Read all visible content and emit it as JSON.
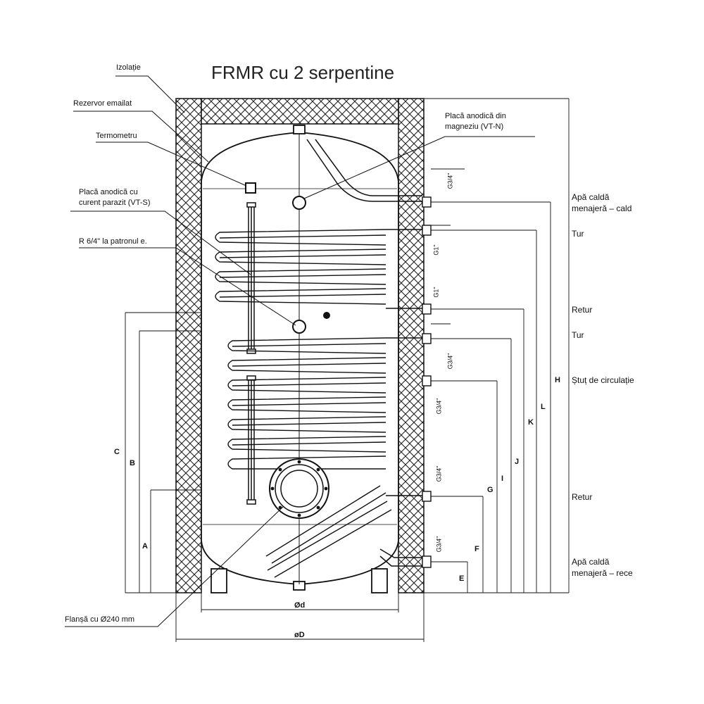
{
  "title": "FRMR cu 2 serpentine",
  "left_labels": {
    "izolatie": "Izolație",
    "rezervor": "Rezervor emailat",
    "termometru": "Termometru",
    "placa_vts_1": "Placă anodică cu",
    "placa_vts_2": "curent parazit (VT-S)",
    "r64": "R 6/4\" la patronul e.",
    "flansa": "Flanșă cu Ø240 mm"
  },
  "top_right_label": {
    "line1": "Placă anodică din",
    "line2": "magneziu (VT-N)"
  },
  "right_labels": {
    "apa_calda_cald_1": "Apă caldă",
    "apa_calda_cald_2": "menajeră – cald",
    "tur1": "Tur",
    "retur1": "Retur",
    "tur2": "Tur",
    "stut": "Ștuț de circulație",
    "retur2": "Retur",
    "apa_calda_rece_1": "Apă caldă",
    "apa_calda_rece_2": "menajeră – rece"
  },
  "connection_sizes": [
    "G3/4\"",
    "G1\"",
    "G1\"",
    "G3/4\"",
    "G3/4\"",
    "G3/4\"",
    "G3/4\""
  ],
  "dimension_letters": {
    "C": "C",
    "B": "B",
    "A": "A",
    "E": "E",
    "F": "F",
    "G": "G",
    "I": "I",
    "J": "J",
    "K": "K",
    "L": "L",
    "H": "H",
    "d": "Ød",
    "D": "øD"
  },
  "colors": {
    "line": "#111111",
    "insulation_fill": "#ffffff"
  }
}
